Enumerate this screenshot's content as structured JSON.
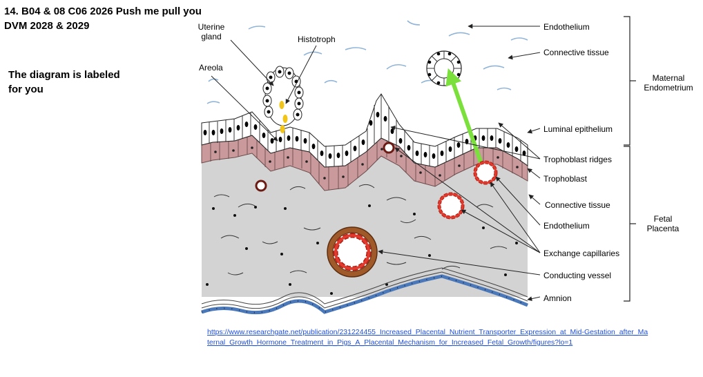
{
  "header": {
    "line1": "14. B04 & 08 C06 2026 Push me pull you",
    "line2": "DVM 2028 & 2029"
  },
  "note": {
    "line1": "The diagram is labeled",
    "line2": "for you"
  },
  "labels": {
    "uterine_gland_1": "Uterine",
    "uterine_gland_2": "gland",
    "histotroph": "Histotroph",
    "areola": "Areola",
    "endothelium_top": "Endothelium",
    "connective_tissue_top": "Connective tissue",
    "maternal_1": "Maternal",
    "maternal_2": "Endometrium",
    "luminal_epithelium": "Luminal epithelium",
    "trophoblast_ridges": "Trophoblast ridges",
    "trophoblast": "Trophoblast",
    "connective_tissue_fetal": "Connective tissue",
    "endothelium_fetal": "Endothelium",
    "fetal_1": "Fetal",
    "fetal_2": "Placenta",
    "exchange_capillaries": "Exchange capillaries",
    "conducting_vessel": "Conducting vessel",
    "amnion": "Amnion"
  },
  "link": {
    "url": "https://www.researchgate.net/publication/231224455_Increased_Placental_Nutrient_Transporter_Expression_at_Mid-Gestation_after_Maternal_Growth_Hormone_Treatment_in_Pigs_A_Placental_Mechanism_for_Increased_Fetal_Growth/figures?lo=1"
  },
  "colors": {
    "trophoblast": "#c9999b",
    "fetal_tissue": "#d3d3d3",
    "capillary_red": "#e03b2e",
    "conducting_brown": "#a05a2a",
    "amnion_blue": "#4a78b8",
    "green_arrow": "#7be03c",
    "link_blue": "#1f4fd8"
  }
}
